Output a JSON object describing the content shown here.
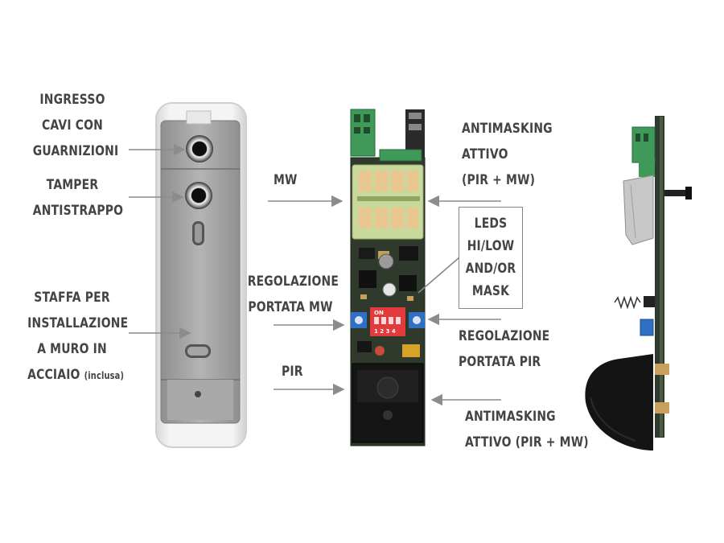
{
  "labels": {
    "ingresso": [
      "INGRESSO",
      "CAVI CON",
      "GUARNIZIONI"
    ],
    "tamper": [
      "TAMPER",
      "ANTISTRAPPO"
    ],
    "staffa": [
      "STAFFA PER",
      "INSTALLAZIONE",
      "A MURO IN"
    ],
    "staffa_last": "ACCIAIO",
    "staffa_note": "(inclusa)",
    "mw": "MW",
    "regolazione_mw": [
      "REGOLAZIONE",
      "PORTATA MW"
    ],
    "pir": "PIR",
    "antimasking_top": [
      "ANTIMASKING",
      "ATTIVO",
      "(PIR + MW)"
    ],
    "leds": [
      "LEDS",
      "HI/LOW",
      "AND/OR",
      "MASK"
    ],
    "regolazione_pir": [
      "REGOLAZIONE",
      "PORTATA PIR"
    ],
    "antimasking_bottom": [
      "ANTIMASKING",
      "ATTIVO (PIR + MW)"
    ],
    "dip_on": "ON",
    "dip_numbers": "1 2 3 4"
  },
  "colors": {
    "label_text": "#444444",
    "arrow": "#8c8c8c",
    "pcb_green": "#2f3a2c",
    "connector_green": "#3f9a5a",
    "mw_antenna": "#e8c890",
    "dip_red": "#e33b3b",
    "trimmer_blue": "#2f6fc4"
  }
}
